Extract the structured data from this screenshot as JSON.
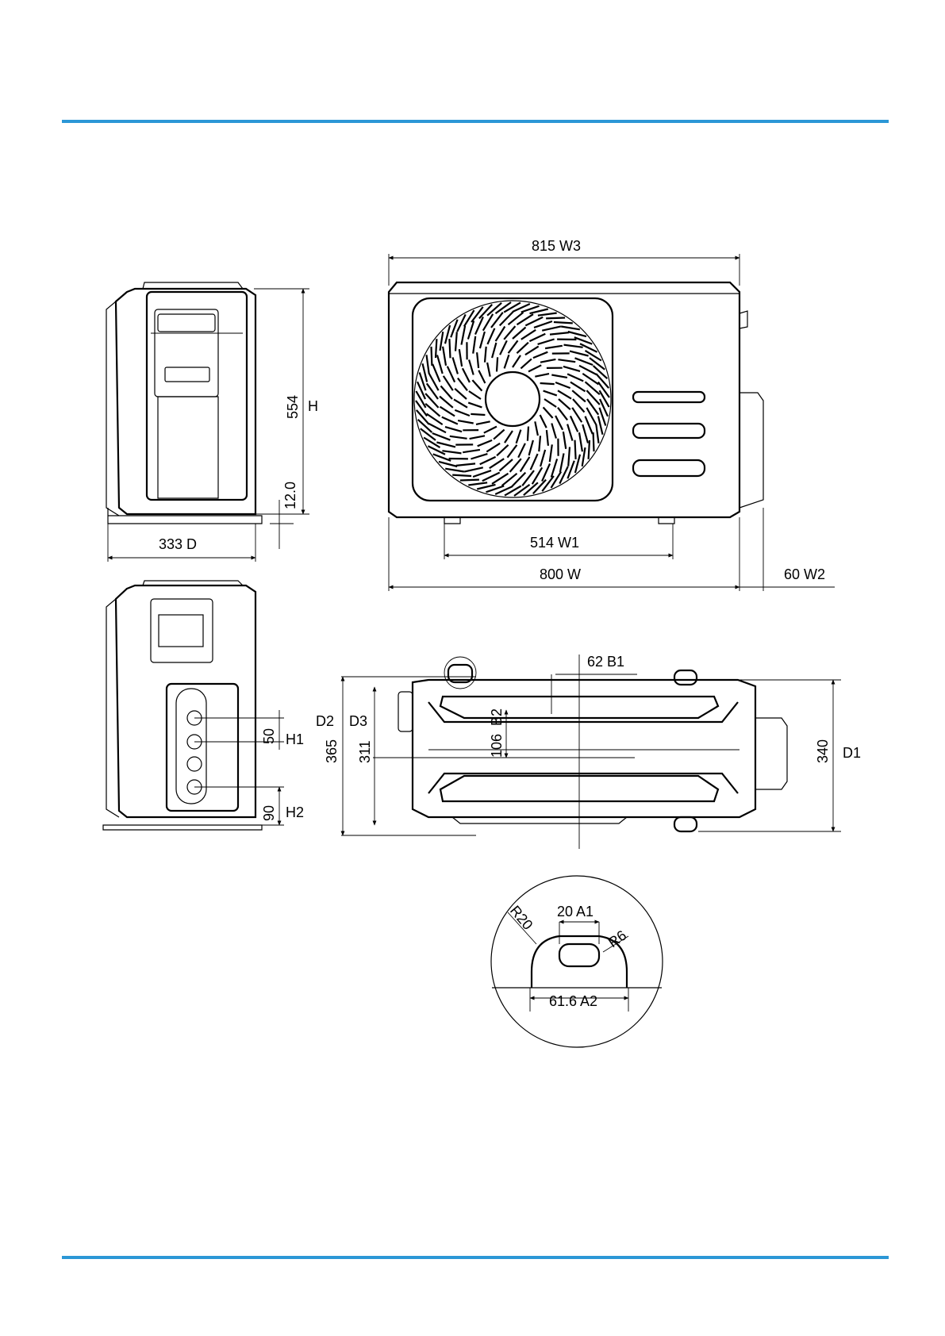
{
  "colors": {
    "accent": "#2b97d6",
    "line": "#000000"
  },
  "labels": {
    "w3": "815  W3",
    "h_val": "554",
    "h_key": "H",
    "foot": "12.0",
    "d": "333  D",
    "w1": "514  W1",
    "w": "800  W",
    "w2": "60  W2",
    "b1": "62  B1",
    "b2": "B2",
    "d2": "D2",
    "d3": "D3",
    "v365": "365",
    "v311": "311",
    "v106": "106",
    "v340": "340",
    "d1": "D1",
    "v50": "50",
    "h1": "H1",
    "v90": "90",
    "h2": "H2",
    "r20": "R20",
    "a1": "20  A1",
    "r6": "R6",
    "a2": "61.6  A2"
  }
}
